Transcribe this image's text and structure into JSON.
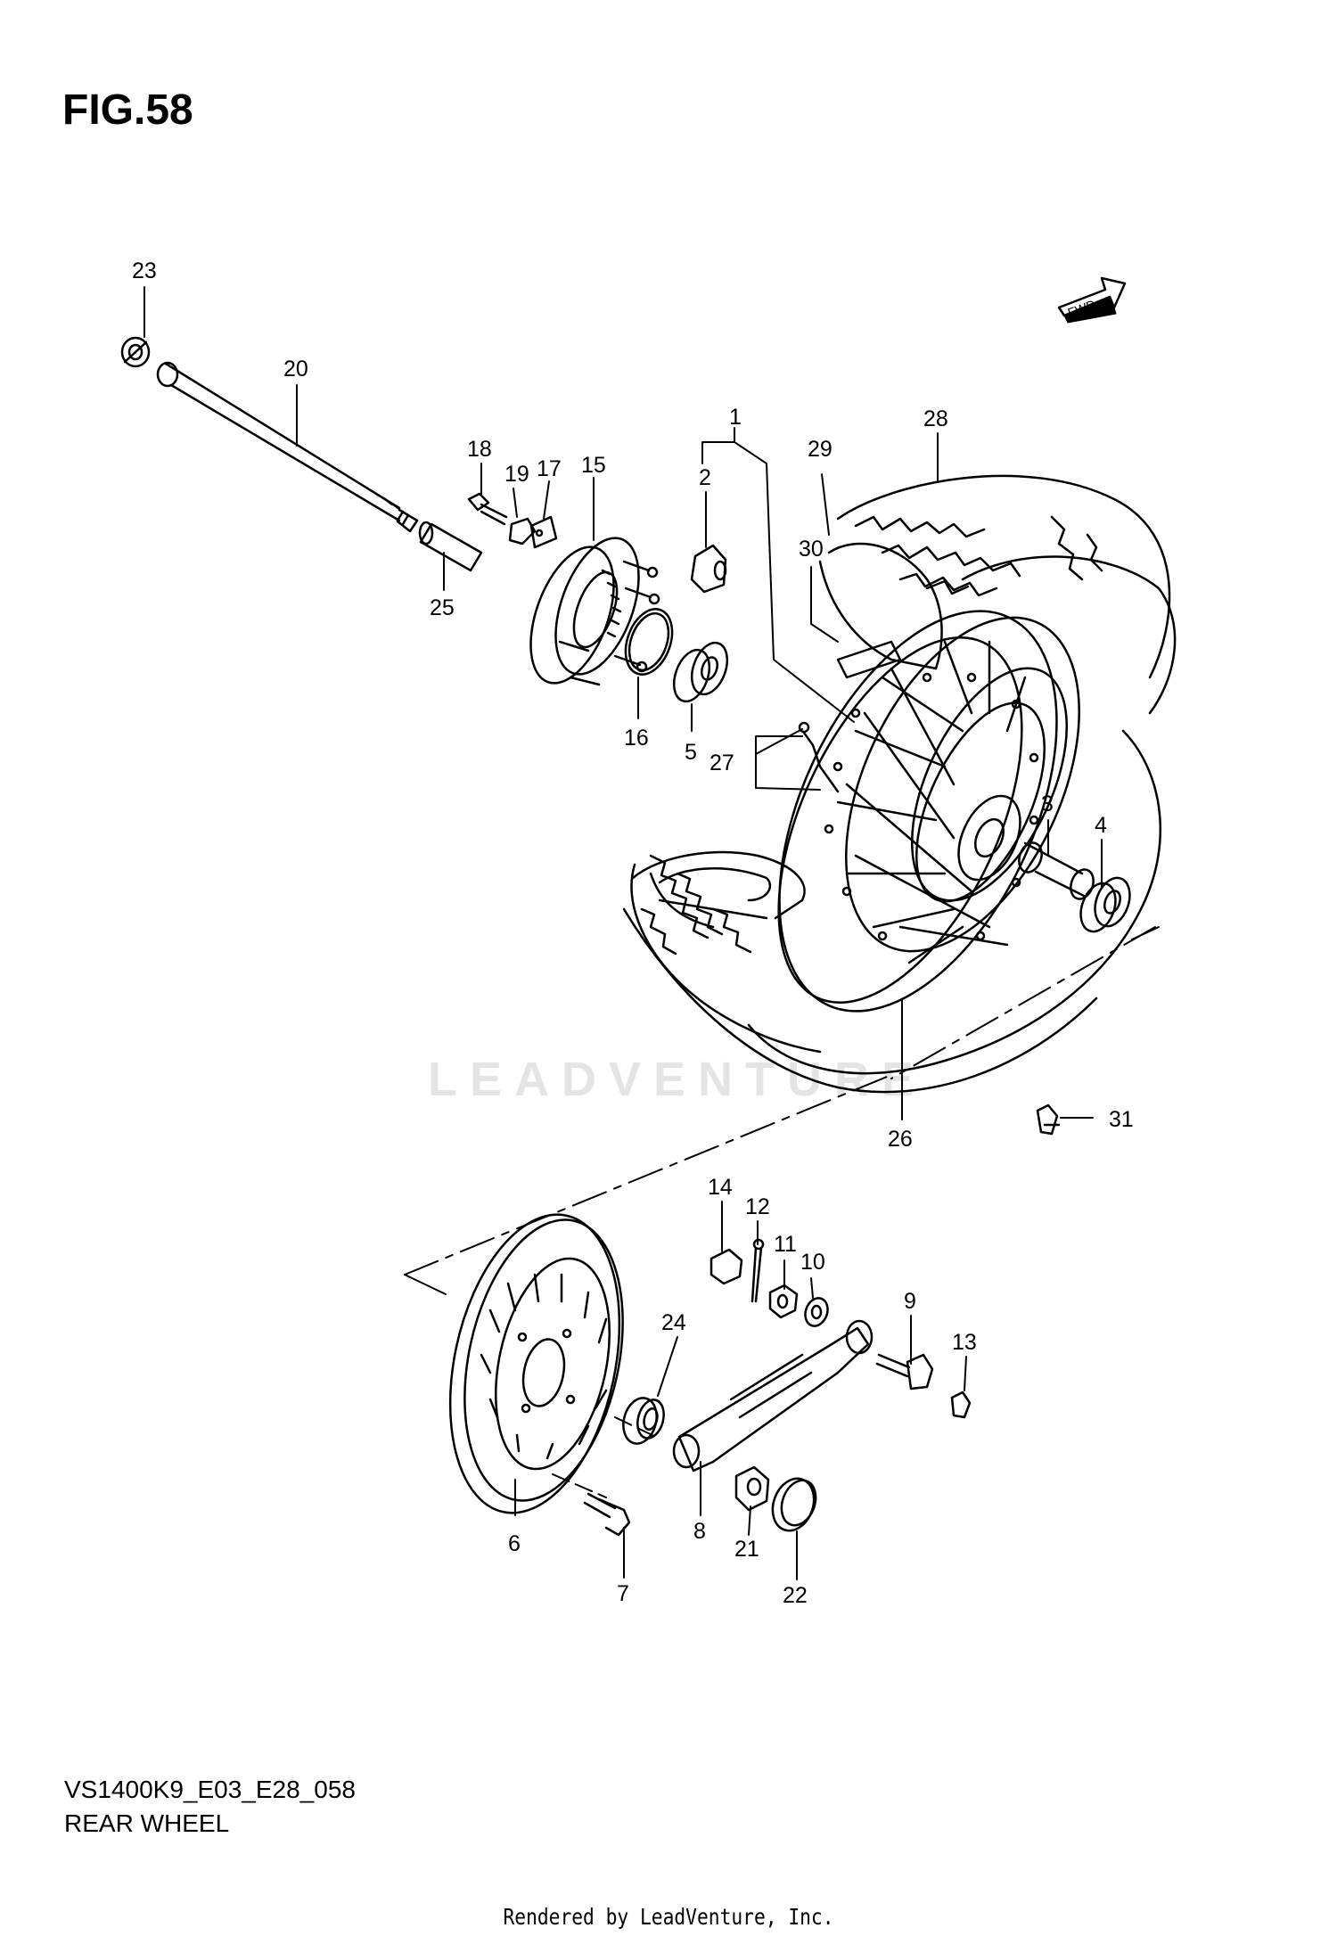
{
  "figure": {
    "title": "FIG.58"
  },
  "fwd_label": "FWD",
  "watermark": "LEADVENTURE",
  "callouts": {
    "c1": "1",
    "c2": "2",
    "c3": "3",
    "c4": "4",
    "c5": "5",
    "c6": "6",
    "c7": "7",
    "c8": "8",
    "c9": "9",
    "c10": "10",
    "c11": "11",
    "c12": "12",
    "c13": "13",
    "c14": "14",
    "c15": "15",
    "c16": "16",
    "c17": "17",
    "c18": "18",
    "c19": "19",
    "c20": "20",
    "c21": "21",
    "c22": "22",
    "c23": "23",
    "c24": "24",
    "c25": "25",
    "c26": "26",
    "c27": "27",
    "c28": "28",
    "c29": "29",
    "c30": "30",
    "c31": "31"
  },
  "footer": {
    "model_code": "VS1400K9_E03_E28_058",
    "diagram_name": "REAR WHEEL",
    "rendered_by": "Rendered by LeadVenture, Inc."
  }
}
